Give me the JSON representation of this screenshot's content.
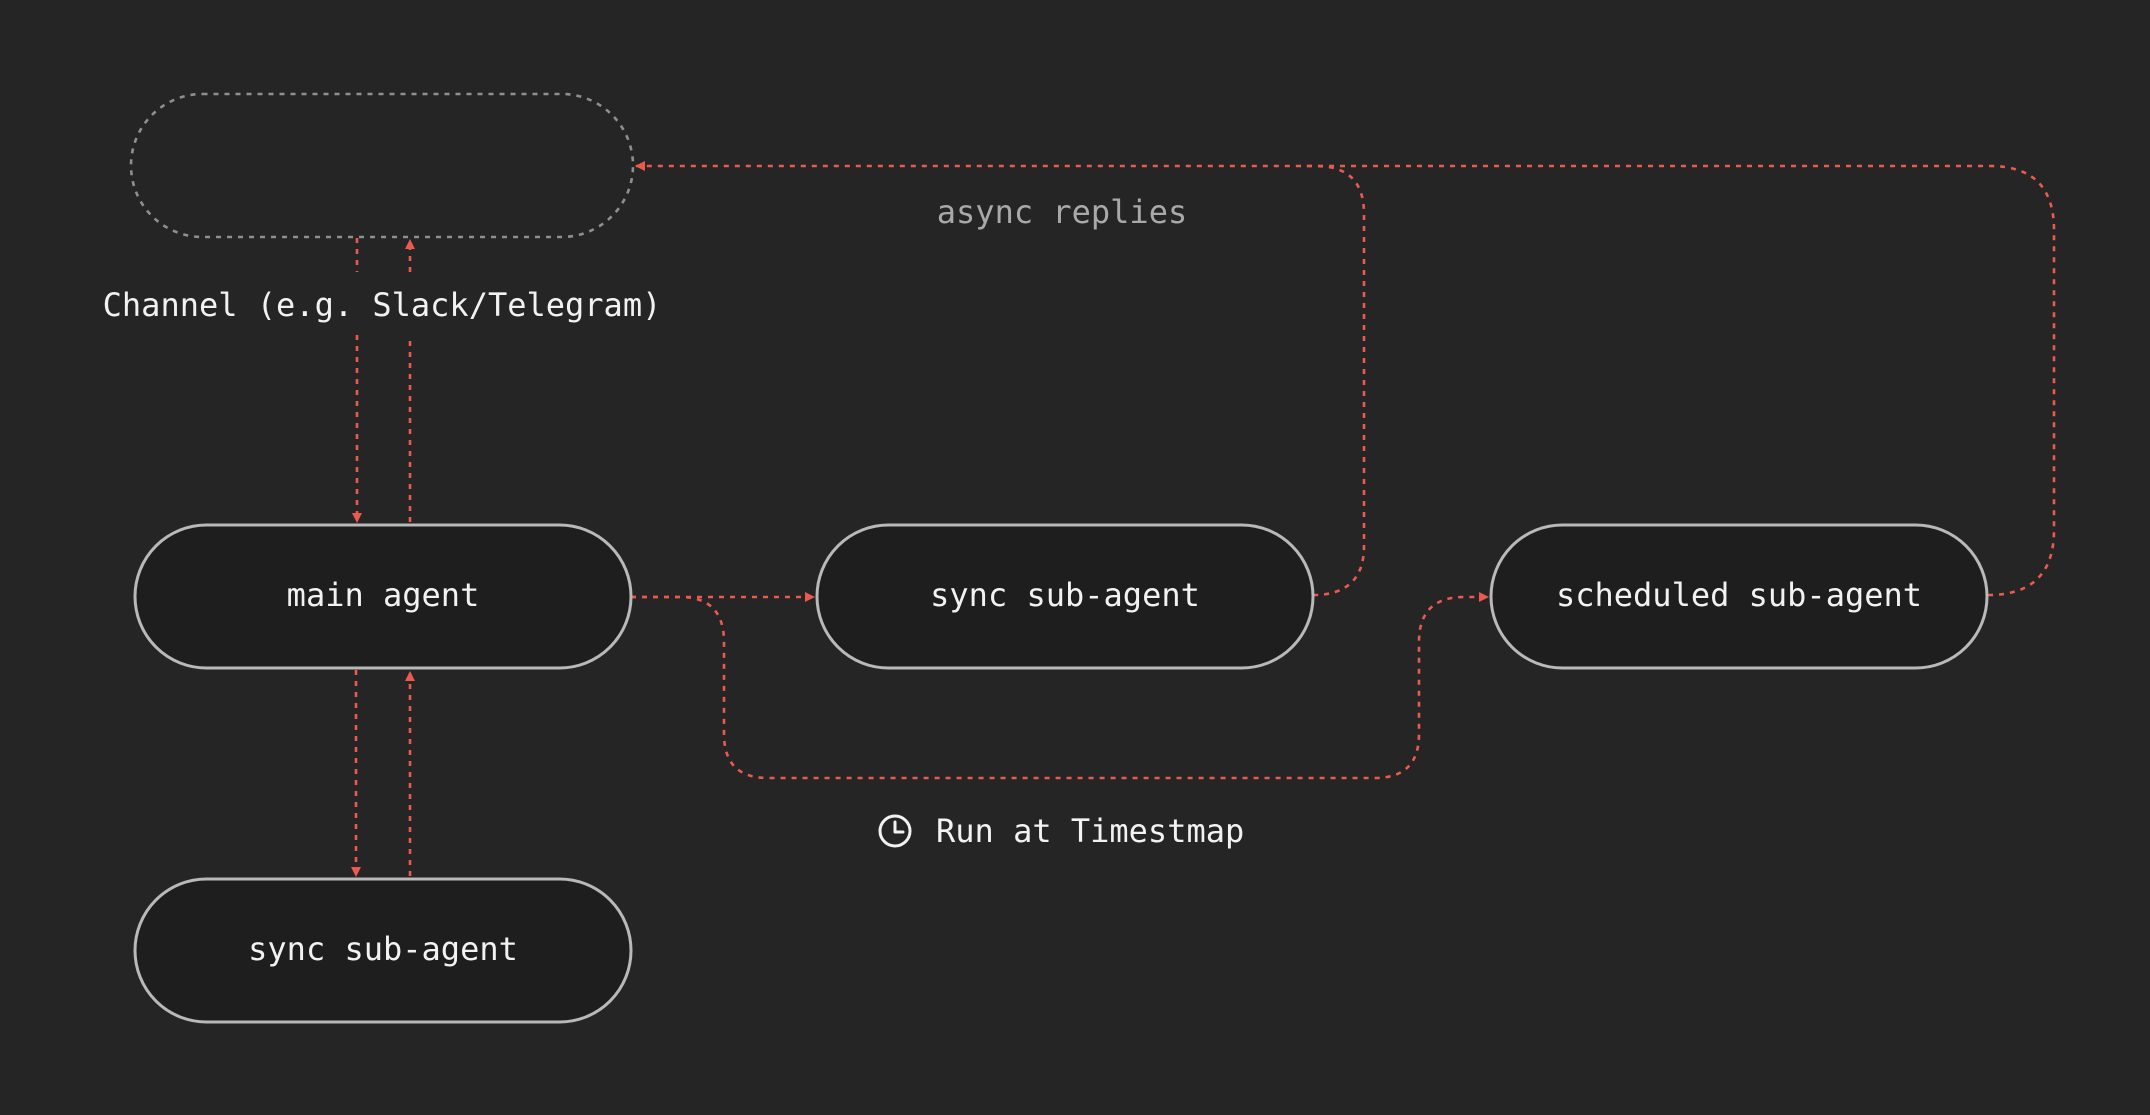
{
  "colors": {
    "background": "#252525",
    "node_fill": "#1e1e1e",
    "node_stroke": "#b9b9b9",
    "channel_stroke": "#8f8f8f",
    "edge": "#ec5a4f",
    "text": "#f2f2f2",
    "muted_text": "#a9a9a9"
  },
  "nodes": {
    "channel": {
      "label": ""
    },
    "main_agent": {
      "label": "main agent"
    },
    "sync_sub_agent_right": {
      "label": "sync sub-agent"
    },
    "scheduled_sub_agent": {
      "label": "scheduled sub-agent"
    },
    "sync_sub_agent_bottom": {
      "label": "sync sub-agent"
    }
  },
  "labels": {
    "channel": "Channel (e.g. Slack/Telegram)",
    "async_replies": "async replies",
    "schedule": "Run at Timestmap"
  },
  "icons": {
    "schedule": "clock-icon"
  }
}
